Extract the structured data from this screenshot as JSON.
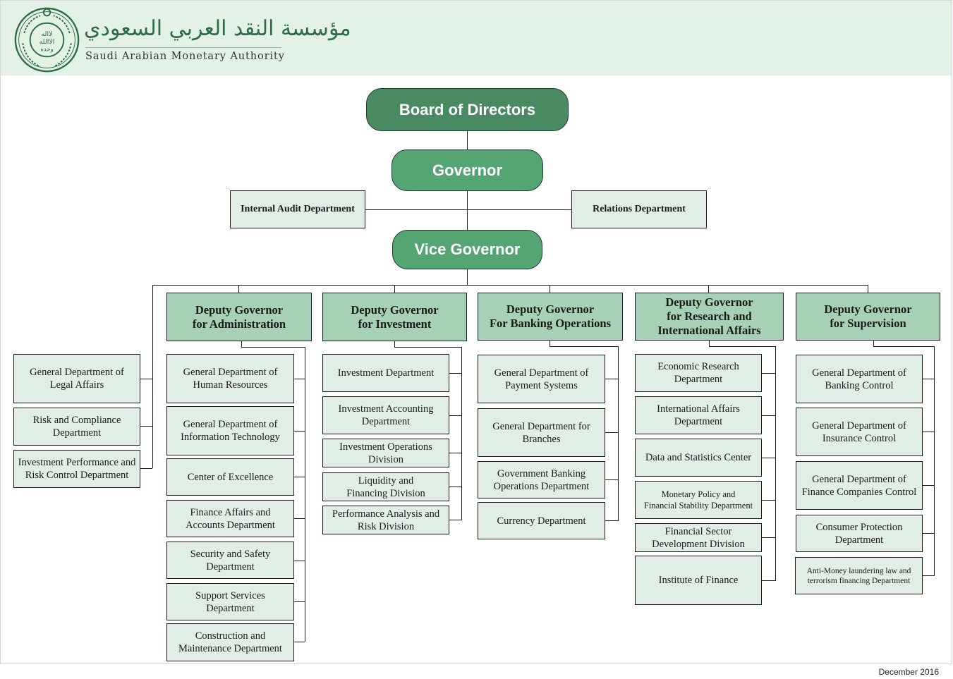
{
  "header": {
    "arabic_title": "مؤسسة النقد العربي السعودي",
    "org_name": "Saudi Arabian Monetary Authority",
    "seal_text": "لا اله الا الله وحده",
    "logo_icon": "samma-seal-icon"
  },
  "top": {
    "board": "Board of Directors",
    "governor": "Governor",
    "vice_governor": "Vice Governor",
    "internal_audit": "Internal Audit Department",
    "relations": "Relations  Department"
  },
  "vice_direct_reports": [
    "General Department of\nLegal Affairs",
    "Risk and Compliance\nDepartment",
    "Investment Performance and\nRisk Control Department"
  ],
  "deputies": [
    {
      "title": "Deputy Governor\nfor Administration",
      "departments": [
        "General Department of\nHuman Resources",
        "General Department of\nInformation Technology",
        "Center of Excellence",
        "Finance Affairs and\nAccounts Department",
        "Security and Safety\nDepartment",
        "Support Services\nDepartment",
        "Construction and\nMaintenance Department"
      ]
    },
    {
      "title": "Deputy Governor\nfor Investment",
      "departments": [
        "Investment Department",
        "Investment Accounting\nDepartment",
        "Investment Operations\nDivision",
        "Liquidity and\nFinancing Division",
        "Performance Analysis and\nRisk Division"
      ]
    },
    {
      "title": "Deputy Governor\nFor Banking Operations",
      "departments": [
        "General Department of\nPayment Systems",
        "General Department for\nBranches",
        "Government Banking\nOperations Department",
        "Currency Department"
      ]
    },
    {
      "title": "Deputy Governor\nfor Research and\nInternational Affairs",
      "departments": [
        "Economic Research\nDepartment",
        "International Affairs\nDepartment",
        "Data and Statistics Center",
        "Monetary Policy and\nFinancial Stability Department",
        "Financial Sector\nDevelopment Division",
        "Institute of Finance"
      ]
    },
    {
      "title": "Deputy Governor\nfor Supervision",
      "departments": [
        "General Department of\nBanking Control",
        "General Department of\nInsurance Control",
        "General Department of\nFinance Companies Control",
        "Consumer Protection\nDepartment",
        "Anti-Money laundering law and\nterrorism financing Department"
      ]
    }
  ],
  "footer": {
    "date": "December 2016"
  },
  "colors": {
    "header_bg": "#e3f1e7",
    "board_fill": "#4a8a62",
    "governor_fill": "#55a474",
    "deputy_fill": "#a6d1b6",
    "department_fill": "#e0eee5",
    "brand_green": "#2f6b46"
  }
}
